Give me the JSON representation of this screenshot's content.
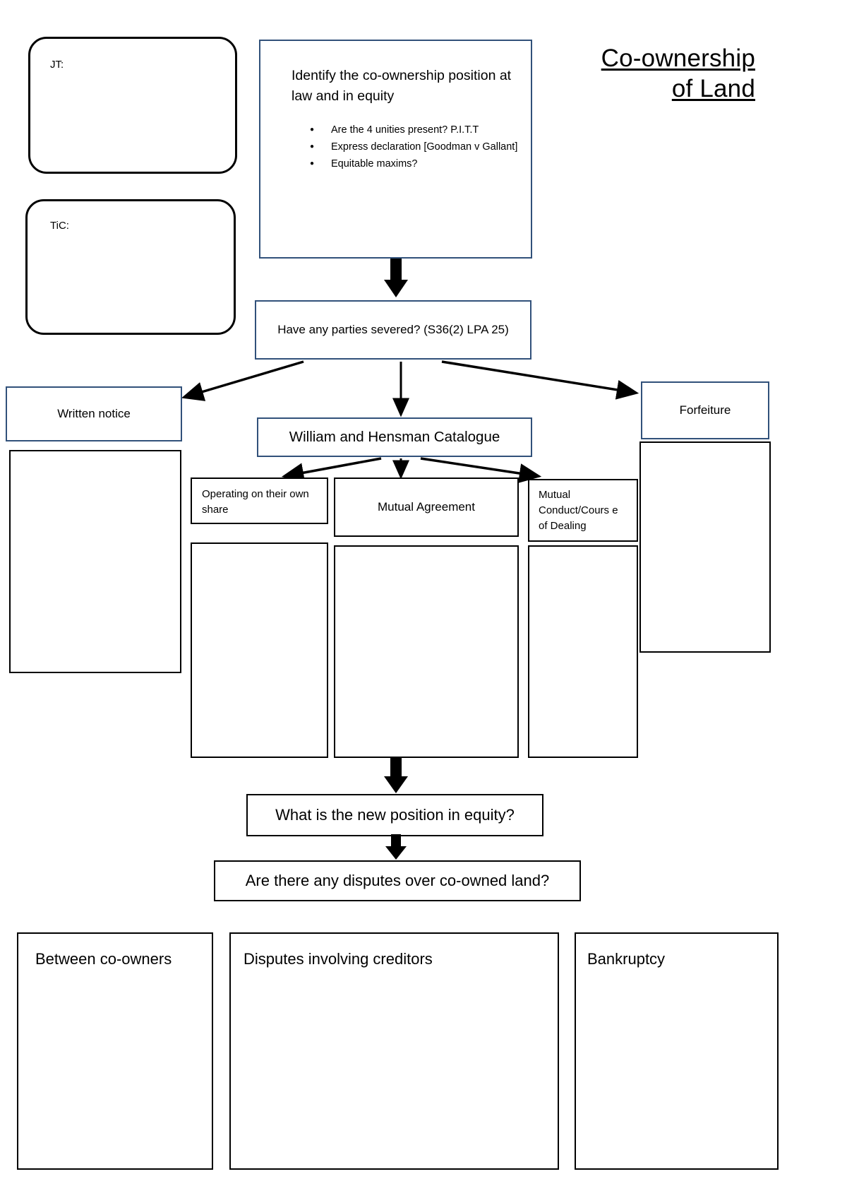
{
  "document": {
    "title_line1": "Co-ownership",
    "title_line2": "of Land"
  },
  "boxes": {
    "jt": {
      "label": "JT:"
    },
    "tic": {
      "label": "TiC:"
    },
    "identify": {
      "heading": "Identify the co-ownership position at law and in equity",
      "bullets": [
        "Are the 4 unities present? P.I.T.T",
        "Express declaration [Goodman v Gallant]",
        "Equitable maxims?"
      ]
    },
    "severed": {
      "label": "Have any parties severed? (S36(2) LPA 25)"
    },
    "written_notice": {
      "label": "Written notice"
    },
    "written_notice_notes": {
      "label": ""
    },
    "forfeiture": {
      "label": "Forfeiture"
    },
    "forfeiture_notes": {
      "label": ""
    },
    "catalogue": {
      "label": "William and Hensman Catalogue"
    },
    "own_share": {
      "label": "Operating on their own share"
    },
    "own_share_notes": {
      "label": ""
    },
    "mutual_agreement": {
      "label": "Mutual Agreement"
    },
    "mutual_agreement_notes": {
      "label": ""
    },
    "mutual_conduct": {
      "label": "Mutual Conduct/Cours e of Dealing"
    },
    "mutual_conduct_notes": {
      "label": ""
    },
    "new_position": {
      "label": "What is the new position in equity?"
    },
    "disputes": {
      "label": "Are there any disputes over co-owned land?"
    },
    "between_co_owners": {
      "label": "Between co-owners"
    },
    "creditors": {
      "label": "Disputes involving creditors"
    },
    "bankruptcy": {
      "label": "Bankruptcy"
    }
  },
  "colors": {
    "navy_outline": "#31517a",
    "black_outline": "#000000",
    "background": "#ffffff"
  },
  "connectors": [
    {
      "name": "identify-to-severed",
      "type": "block-arrow-down"
    },
    {
      "name": "severed-to-written-notice",
      "type": "line-arrow-left"
    },
    {
      "name": "severed-to-catalogue",
      "type": "line-arrow-down"
    },
    {
      "name": "severed-to-forfeiture",
      "type": "line-arrow-right"
    },
    {
      "name": "catalogue-to-own-share",
      "type": "line-arrow-left"
    },
    {
      "name": "catalogue-to-mutual-agreement",
      "type": "line-arrow-down"
    },
    {
      "name": "catalogue-to-mutual-conduct",
      "type": "line-arrow-right"
    },
    {
      "name": "notes-to-new-position",
      "type": "block-arrow-down"
    },
    {
      "name": "new-position-to-disputes",
      "type": "block-arrow-down"
    }
  ]
}
